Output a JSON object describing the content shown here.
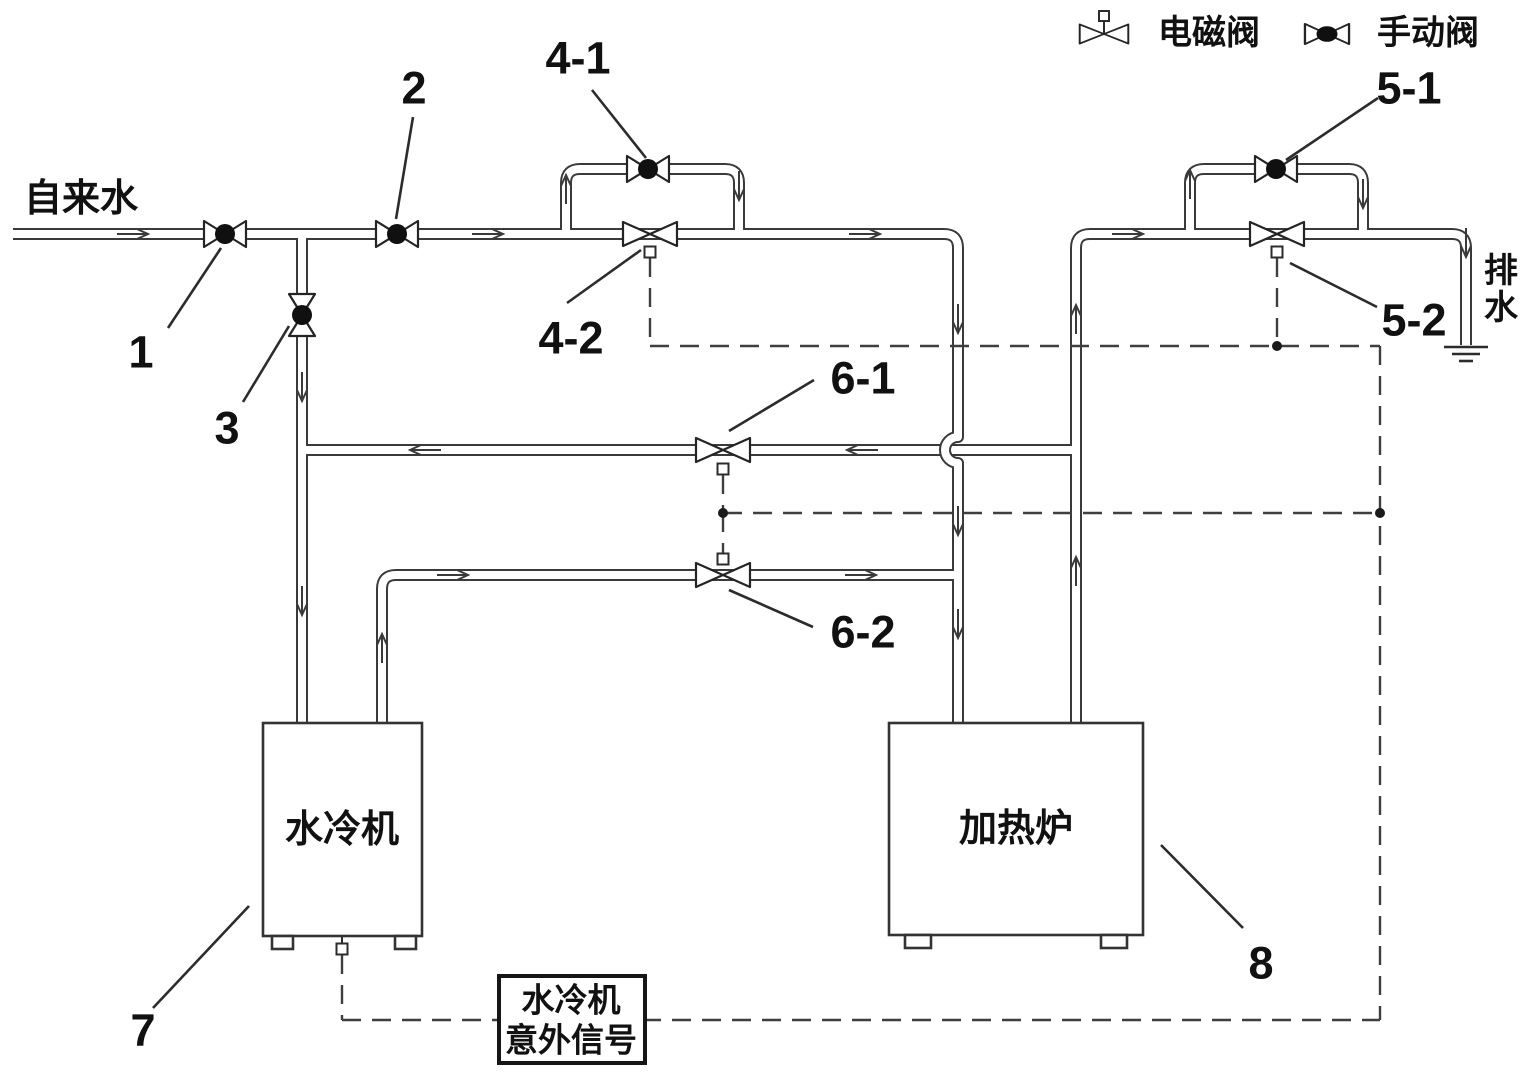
{
  "diagram_type": "piping-valve-schematic",
  "legend": {
    "solenoid_valve_label": "电磁阀",
    "manual_valve_label": "手动阀"
  },
  "streams": {
    "tap_water": "自来水",
    "drain_char_top": "排",
    "drain_char_bottom": "水"
  },
  "equipment": {
    "chiller_label": "水冷机",
    "furnace_label": "加热炉",
    "signal_box_line1": "水冷机",
    "signal_box_line2": "意外信号"
  },
  "callouts": {
    "valve1": "1",
    "valve2": "2",
    "valve3": "3",
    "valve4_1": "4-1",
    "valve4_2": "4-2",
    "valve5_1": "5-1",
    "valve5_2": "5-2",
    "valve6_1": "6-1",
    "valve6_2": "6-2",
    "chiller_num": "7",
    "furnace_num": "8"
  },
  "colors": {
    "line": "#3a3a3a",
    "text": "#111111",
    "background": "#ffffff"
  }
}
